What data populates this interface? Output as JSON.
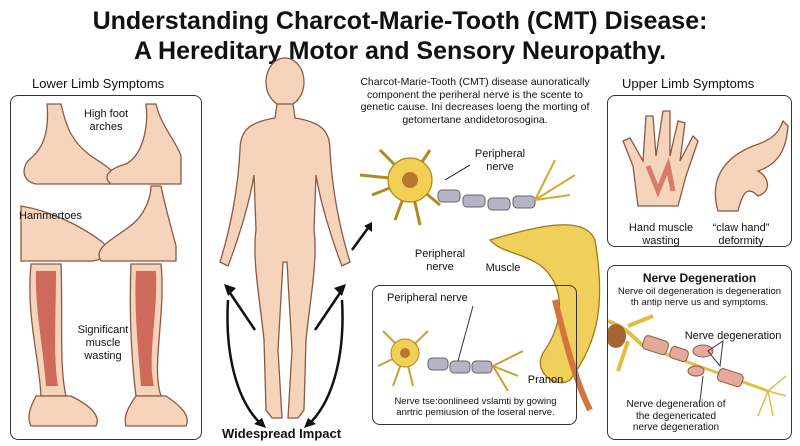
{
  "title": {
    "line1": "Understanding Charcot-Marie-Tooth (CMT) Disease:",
    "line2": "A Hereditary Motor and Sensory Neuropathy."
  },
  "lower_limb": {
    "heading": "Lower Limb Symptoms",
    "labels": [
      "High foot arches",
      "Hammertoes",
      "Significant muscle wasting"
    ]
  },
  "body": {
    "caption": "Widespread Impact"
  },
  "center": {
    "intro": "Charcot-Marie-Tooth (CMT) disease aunoratically component the periheral nerve is the scente to genetic cause. Ini decreases loeng the morting of getomertane andidetorosogina.",
    "labels": {
      "peripheral_nerve_top": "Peripheral nerve",
      "peripheral_nerve_left": "Peripheral nerve",
      "muscle": "Muscle"
    },
    "inset": {
      "label_nerve": "Peripheral nerve",
      "label_pranon": "Pranon",
      "caption": "Nerve tse:oonlineed vslamti by gowing anrtric pemiusion of the loseral nerve."
    }
  },
  "upper_limb": {
    "heading": "Upper Limb Symptoms",
    "labels": [
      "Hand muscle wasting",
      "“claw hand” deformity"
    ]
  },
  "degeneration": {
    "heading": "Nerve Degeneration",
    "description": "Nerve oil degeneration is degeneration th antip nerve us and symptoms.",
    "label_top": "Nerve degeneration",
    "label_bottom": "Nerve degeneration of the degenericated nerve degeneration"
  },
  "colors": {
    "skin": "#f6d3bb",
    "skin_outline": "#8a5a44",
    "muscle": "#c8574a",
    "neuron": "#f2cf55",
    "myelin": "#b7b2c6",
    "muscle_yellow": "#f0cf5a"
  }
}
